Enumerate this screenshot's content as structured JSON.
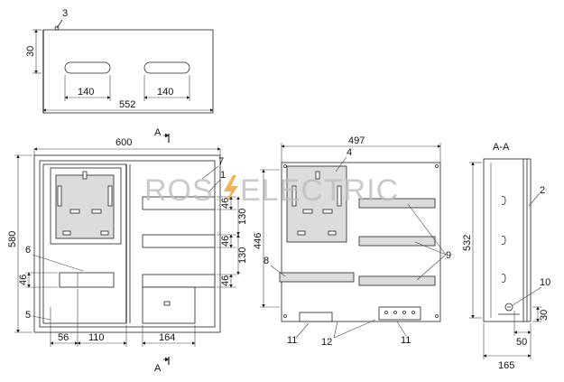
{
  "watermark": {
    "left": "ROS",
    "right": "ELECTRIC"
  },
  "top_view": {
    "dim_height": "30",
    "dim_slot1": "140",
    "dim_slot2": "140",
    "dim_total": "552",
    "callout": "3"
  },
  "front_view": {
    "dim_width": "600",
    "dim_height": "580",
    "dim_a": "46",
    "dim_b": "56",
    "dim_c": "110",
    "dim_d": "164",
    "dim_r1": "46",
    "dim_r2": "130",
    "dim_r3": "46",
    "dim_r4": "130",
    "dim_r5": "46",
    "section_top": "A",
    "section_bottom": "A",
    "callout_1": "1",
    "callout_5": "5",
    "callout_6": "6",
    "callout_7": "7"
  },
  "panel_view": {
    "dim_width": "497",
    "dim_height": "446",
    "callout_4": "4",
    "callout_8": "8",
    "callout_9": "9",
    "callout_11a": "11",
    "callout_11b": "11",
    "callout_12": "12"
  },
  "section_view": {
    "title": "A-A",
    "dim_height": "532",
    "dim_depth": "165",
    "dim_50": "50",
    "dim_30": "30",
    "callout_2": "2",
    "callout_10": "10"
  },
  "colors": {
    "line": "#222222",
    "watermark": "#bdbdbd",
    "bolt": "#f0a030"
  }
}
